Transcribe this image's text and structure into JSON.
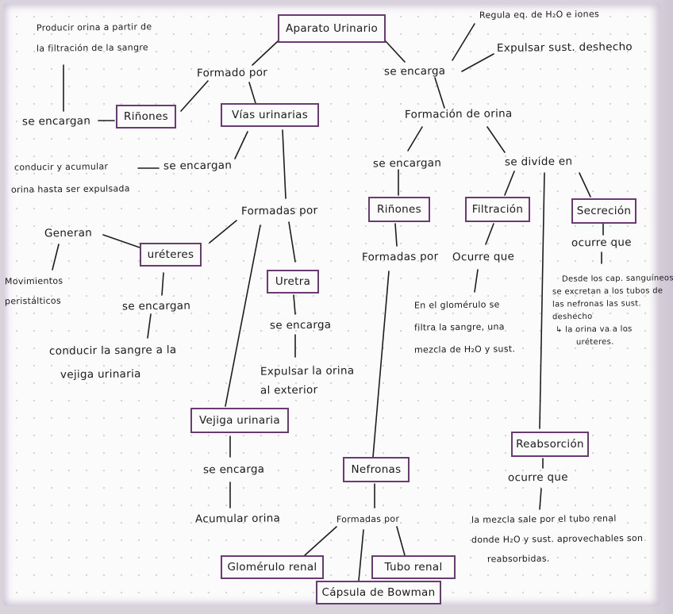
{
  "nodes": {
    "aparato": "Aparato Urinario",
    "formado_por": "Formado por",
    "se_encarga_top": "se encarga",
    "regula": "Regula eq. de H₂O e iones",
    "expulsar_desecho": "Expulsar sust. deshecho",
    "producir_1": "Producir orina a partir de",
    "producir_2": "la filtración de la sangre",
    "se_encargan_rin": "se encargan",
    "rinones_left": "Riñones",
    "vias": "Vías urinarias",
    "conducir_1": "conducir y acumular",
    "conducir_2": "orina hasta ser expulsada",
    "se_encargan_vias": "se encargan",
    "formadas_por_vias": "Formadas por",
    "generan": "Generan",
    "movimientos_1": "Movimientos",
    "movimientos_2": "peristálticos",
    "ureteres": "uréteres",
    "se_encargan_ure": "se encargan",
    "conducir_sangre_1": "conducir la sangre a la",
    "conducir_sangre_2": "vejiga urinaria",
    "uretra": "Uretra",
    "se_encarga_uretra": "se encarga",
    "expulsar_orina_1": "Expulsar la orina",
    "expulsar_orina_2": "al exterior",
    "vejiga": "Vejiga urinaria",
    "se_encarga_vejiga": "se encarga",
    "acumular": "Acumular orina",
    "formacion": "Formación de orina",
    "se_encargan_form": "se encargan",
    "se_divide": "se divide en",
    "rinones_mid": "Riñones",
    "formadas_por_rin": "Formadas por",
    "nefronas": "Nefronas",
    "formadas_por_nef": "Formadas por",
    "glomerulo": "Glomérulo renal",
    "capsula": "Cápsula de Bowman",
    "tubo": "Tubo renal",
    "filtracion": "Filtración",
    "ocurre_que_filt": "Ocurre que",
    "filt_1": "En el glomérulo se",
    "filt_2": "filtra la sangre, una",
    "filt_3": "mezcla de H₂O y sust.",
    "secrecion": "Secreción",
    "ocurre_que_sec": "ocurre que",
    "sec_1": "Desde los cap. sanguíneos",
    "sec_2": "se excretan a los tubos de",
    "sec_3": "las nefronas las sust.",
    "sec_4": "deshecho",
    "sec_5": "↳ la orina va a los",
    "sec_6": "uréteres.",
    "reabsorcion": "Reabsorción",
    "ocurre_que_reab": "ocurre que",
    "reab_1": "la mezcla sale por el tubo renal",
    "reab_2": "donde H₂O y sust. aprovechables son",
    "reab_3": "reabsorbidas."
  }
}
